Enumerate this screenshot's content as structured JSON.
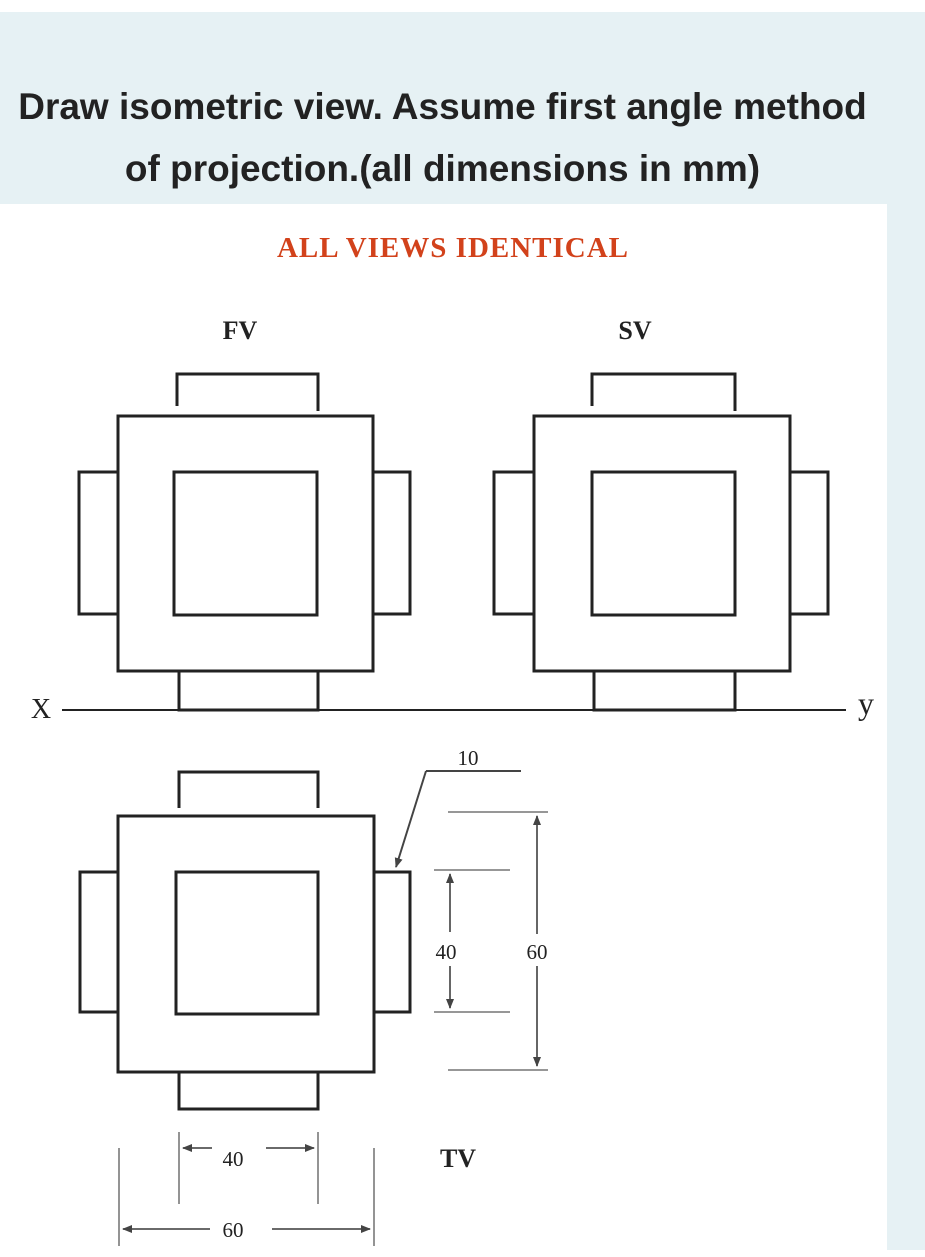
{
  "question": {
    "line1": "Draw isometric view. Assume first angle method",
    "line2": "of projection.(all dimensions in mm)"
  },
  "figure": {
    "heading": "ALL VIEWS IDENTICAL",
    "heading_color": "#d2421b",
    "fv_label": "FV",
    "sv_label": "SV",
    "tv_label": "TV",
    "x_label": "X",
    "y_label": "y",
    "dims": {
      "d10": "10",
      "d40_vertical": "40",
      "d60_vertical": "60",
      "d40_horizontal": "40",
      "d60_horizontal": "60"
    }
  }
}
